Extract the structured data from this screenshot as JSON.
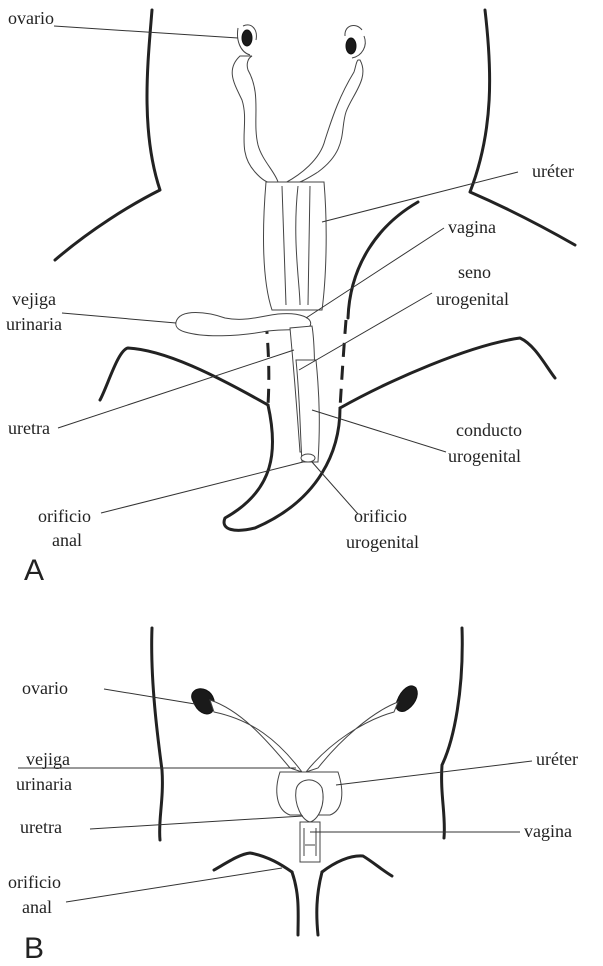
{
  "panel_a": {
    "letter": "A",
    "labels": {
      "ovario": "ovario",
      "ureter": "uréter",
      "vagina": "vagina",
      "seno_1": "seno",
      "seno_2": "urogenital",
      "vejiga_1": "vejiga",
      "vejiga_2": "urinaria",
      "uretra": "uretra",
      "conducto_1": "conducto",
      "conducto_2": "urogenital",
      "orif_anal_1": "orificio",
      "orif_anal_2": "anal",
      "orif_ug_1": "orificio",
      "orif_ug_2": "urogenital"
    }
  },
  "panel_b": {
    "letter": "B",
    "labels": {
      "ovario": "ovario",
      "vejiga_1": "vejiga",
      "vejiga_2": "urinaria",
      "ureter": "uréter",
      "uretra": "uretra",
      "vagina": "vagina",
      "orif_anal_1": "orificio",
      "orif_anal_2": "anal"
    }
  }
}
